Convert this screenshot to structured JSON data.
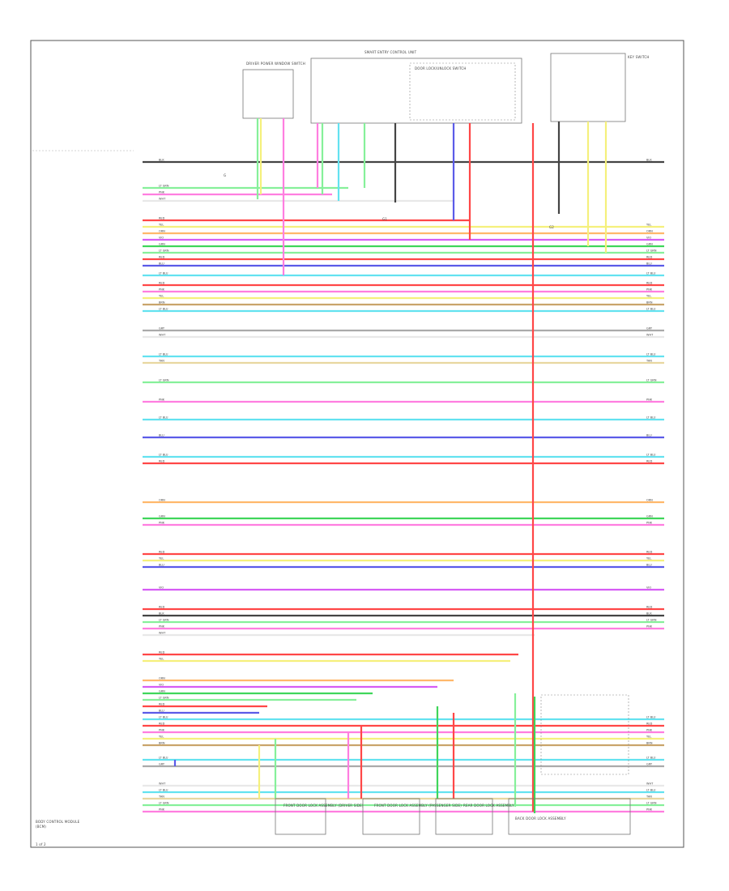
{
  "title": "",
  "colors": {
    "LT GRN": "#86f09a",
    "GRN": "#3fd65a",
    "PNK": "#ff7ee0",
    "VIO": "#d65cf5",
    "BLU": "#5b5be8",
    "LT BLU": "#63e2f0",
    "RED": "#ff4747",
    "YEL": "#f5f07c",
    "ORN": "#ffb86b",
    "BRN": "#c9a46b",
    "WHT": "#e8e8e8",
    "GRY": "#aaaaaa",
    "BLK": "#444444",
    "TAN": "#e8d7a0"
  },
  "top_components": [
    {
      "label": "DRIVER POWER WINDOW SWITCH"
    },
    {
      "label": "SMART ENTRY CONTROL UNIT"
    },
    {
      "label": "DOOR LOCK/UNLOCK SWITCH"
    },
    {
      "label": "KEY SWITCH"
    }
  ],
  "bottom_components": [
    {
      "label": "FRONT DOOR LOCK ASSEMBLY (DRIVER SIDE)"
    },
    {
      "label": "FRONT DOOR LOCK ASSEMBLY (PASSENGER SIDE)"
    },
    {
      "label": "REAR DOOR LOCK ASSEMBLY"
    },
    {
      "label": "BACK DOOR LOCK ASSEMBLY"
    }
  ],
  "footer": [
    "BODY CONTROL MODULE",
    "(BCM)"
  ],
  "note": "1 of 2",
  "gnd_label": "G",
  "gnd_labels": [
    "G1",
    "G2"
  ],
  "wires": [
    {
      "name": "",
      "color": "",
      "code": ""
    },
    {
      "name": "",
      "color": "LT GRN",
      "code": "LT GRN"
    },
    {
      "name": "",
      "color": "PNK",
      "code": "PNK"
    },
    {
      "name": "",
      "color": "WHT",
      "code": "WHT"
    },
    {
      "name": "",
      "color": "RED",
      "code": "RED"
    },
    {
      "name": "",
      "color": "YEL",
      "code": "YEL"
    },
    {
      "name": "",
      "color": "ORN",
      "code": "ORN"
    },
    {
      "name": "",
      "color": "GRN",
      "code": "GRN"
    },
    {
      "name": "",
      "color": "LT GRN",
      "code": "LT GRN"
    },
    {
      "name": "",
      "color": "BLU",
      "code": "BLU"
    },
    {
      "name": "",
      "color": "LT BLU",
      "code": "LT BLU"
    },
    {
      "name": "",
      "color": "VIO",
      "code": "VIO"
    },
    {
      "name": "",
      "color": "BRN",
      "code": "BRN"
    },
    {
      "name": "",
      "color": "GRY",
      "code": "GRY"
    },
    {
      "name": "",
      "color": "TAN",
      "code": "TAN"
    },
    {
      "name": "",
      "color": "BLK",
      "code": "BLK"
    }
  ],
  "rows": [
    {
      "label": "",
      "color": "BLK",
      "code": "BLK"
    },
    {
      "label": "",
      "color": "LT GRN",
      "code": "LT GRN"
    },
    {
      "label": "",
      "color": "PNK",
      "code": "PNK"
    },
    {
      "label": "",
      "color": "WHT",
      "code": "WHT"
    },
    {
      "label": "",
      "color": "RED",
      "code": "RED"
    },
    {
      "label": "",
      "color": "YEL",
      "code": "YEL"
    },
    {
      "label": "",
      "color": "ORN",
      "code": "ORN"
    },
    {
      "label": "",
      "color": "VIO",
      "code": "VIO"
    },
    {
      "label": "",
      "color": "GRN",
      "code": "GRN"
    },
    {
      "label": "",
      "color": "LT GRN",
      "code": "LT GRN"
    },
    {
      "label": "",
      "color": "RED",
      "code": "RED"
    },
    {
      "label": "",
      "color": "BLU",
      "code": "BLU"
    },
    {
      "label": "",
      "color": "LT BLU",
      "code": "LT BLU"
    },
    {
      "label": "",
      "color": "RED",
      "code": "RED"
    },
    {
      "label": "",
      "color": "PNK",
      "code": "PNK"
    },
    {
      "label": "",
      "color": "YEL",
      "code": "YEL"
    },
    {
      "label": "",
      "color": "BRN",
      "code": "BRN"
    },
    {
      "label": "",
      "color": "LT BLU",
      "code": "LT BLU"
    },
    {
      "label": "",
      "color": "GRY",
      "code": "GRY"
    },
    {
      "label": "",
      "color": "WHT",
      "code": "WHT"
    },
    {
      "label": "",
      "color": "LT BLU",
      "code": "LT BLU"
    },
    {
      "label": "",
      "color": "TAN",
      "code": "TAN"
    },
    {
      "label": "",
      "color": "LT GRN",
      "code": "LT GRN"
    },
    {
      "label": "",
      "color": "PNK",
      "code": "PNK"
    },
    {
      "label": "",
      "color": "LT BLU",
      "code": "LT BLU"
    },
    {
      "label": "",
      "color": "BLU",
      "code": "BLU"
    },
    {
      "label": "",
      "color": "LT BLU",
      "code": "LT BLU"
    },
    {
      "label": "",
      "color": "RED",
      "code": "RED"
    },
    {
      "label": "",
      "color": "ORN",
      "code": "ORN"
    },
    {
      "label": "",
      "color": "GRN",
      "code": "GRN"
    },
    {
      "label": "",
      "color": "PNK",
      "code": "PNK"
    },
    {
      "label": "",
      "color": "RED",
      "code": "RED"
    },
    {
      "label": "",
      "color": "YEL",
      "code": "YEL"
    },
    {
      "label": "",
      "color": "BLU",
      "code": "BLU"
    },
    {
      "label": "",
      "color": "VIO",
      "code": "VIO"
    },
    {
      "label": "",
      "color": "RED",
      "code": "RED"
    }
  ]
}
